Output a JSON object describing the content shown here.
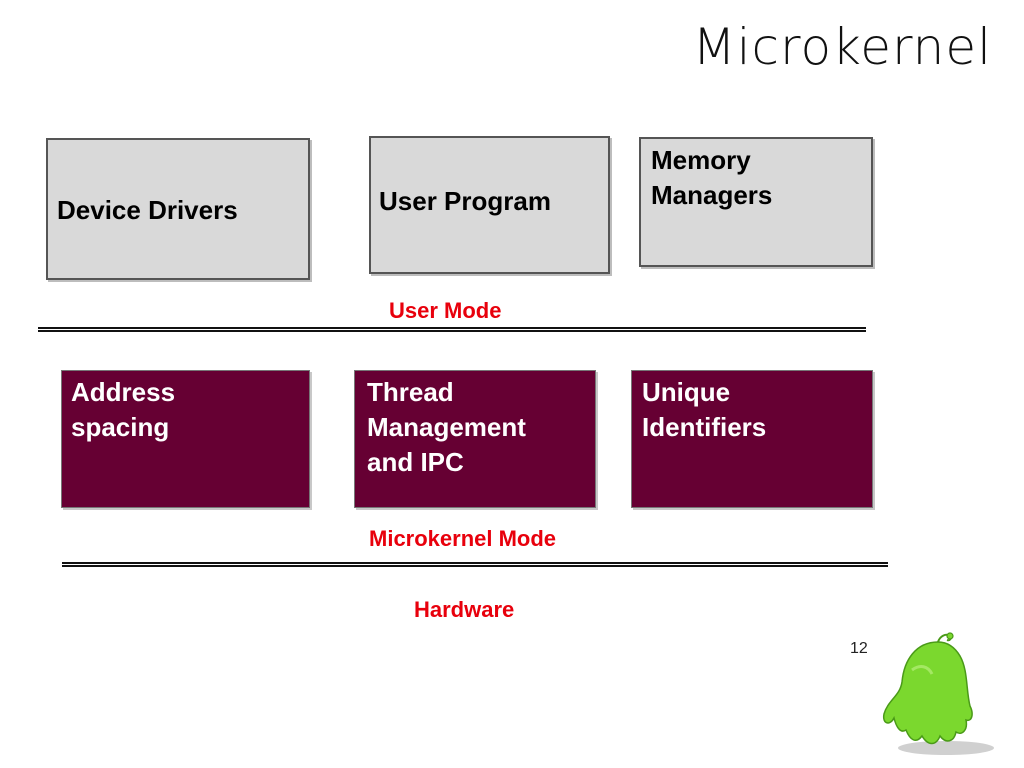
{
  "slide": {
    "title": "Microkernel",
    "page_number": "12"
  },
  "user_boxes": {
    "device_drivers": "Device Drivers",
    "user_program": "User Program",
    "memory_managers": "Memory\nManagers"
  },
  "kernel_boxes": {
    "address_spacing": "Address\nspacing",
    "thread_management": "Thread\nManagement\nand IPC",
    "unique_identifiers": "Unique\nIdentifiers"
  },
  "modes": {
    "user_mode": "User Mode",
    "microkernel_mode": "Microkernel Mode",
    "hardware": "Hardware"
  },
  "colors": {
    "user_box_fill": "#d9d9d9",
    "kernel_box_fill": "#660033",
    "mode_label": "#e8000c",
    "mascot": "#7bd82e"
  },
  "icons": {
    "mascot": "green-ghost-mascot"
  }
}
